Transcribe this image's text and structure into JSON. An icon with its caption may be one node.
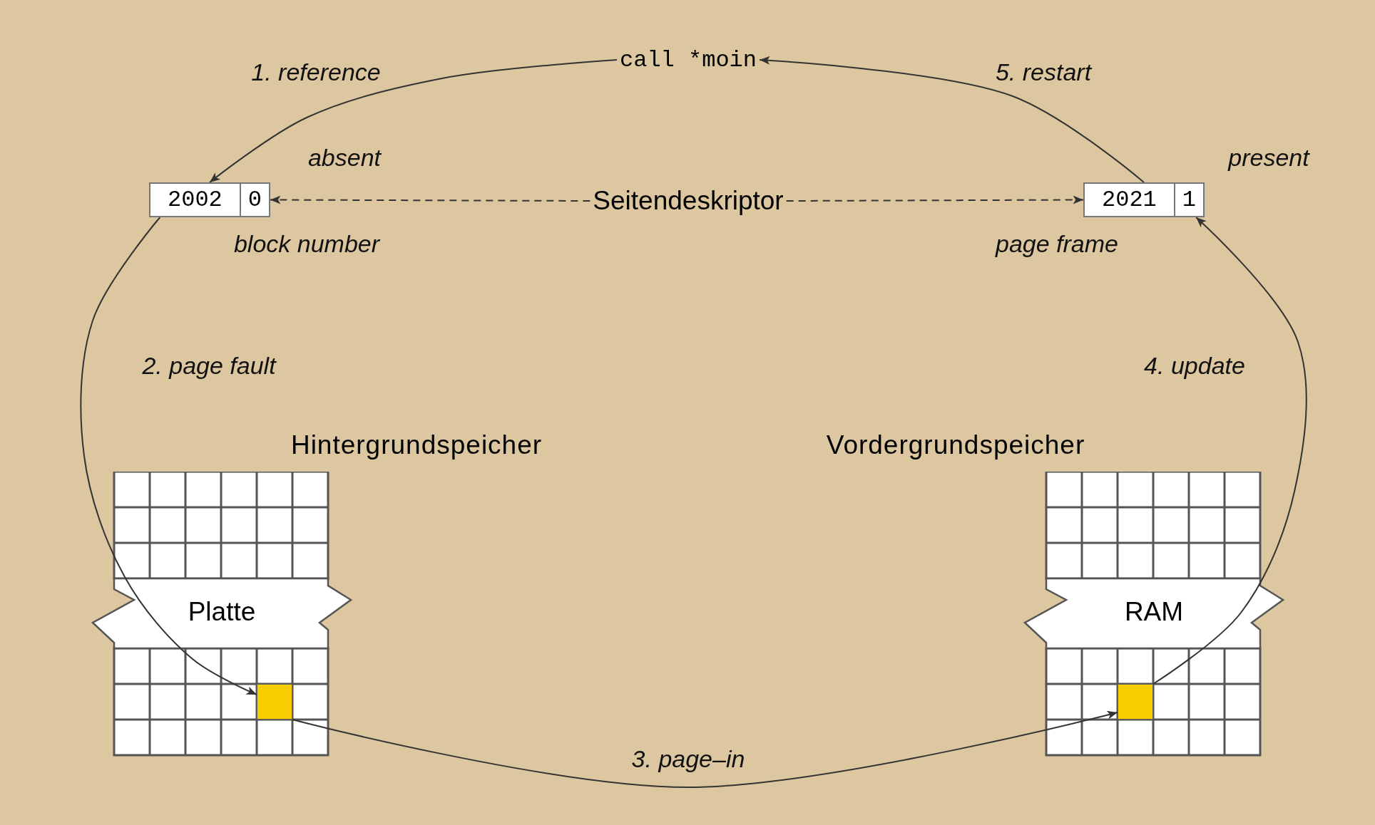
{
  "diagram": {
    "nodes": [
      {
        "text": [
          "call *moin"
        ]
      },
      {
        "text": [
          "2002",
          "0"
        ],
        "beside": [
          "absent",
          "block number"
        ]
      },
      {
        "text": [
          "Seitendeskriptor"
        ]
      },
      {
        "text": [
          "2021",
          "1"
        ],
        "beside": [
          "present",
          "page frame"
        ]
      },
      {
        "text": [
          "Hintergrundspeicher",
          "Platte"
        ]
      },
      {
        "text": [],
        "shape": "box",
        "in": 4
      },
      {
        "text": [
          "Vordergrundspeicher",
          "RAM"
        ]
      },
      {
        "text": [],
        "shape": "box",
        "in": 6
      }
    ],
    "edges": [
      {
        "from": 0,
        "to": 1,
        "arrow": "to",
        "label": "1. reference"
      },
      {
        "from": 1,
        "to": 5,
        "arrow": "to",
        "label": "2. page fault"
      },
      {
        "from": 5,
        "to": 7,
        "arrow": "to",
        "label": "3. page–in"
      },
      {
        "from": 7,
        "to": 3,
        "arrow": "to",
        "label": "4. update"
      },
      {
        "from": 3,
        "to": 0,
        "arrow": "to",
        "label": "5. restart"
      },
      {
        "from": 2,
        "to": 1,
        "arrow": "to",
        "style": "dashed"
      },
      {
        "from": 2,
        "to": 3,
        "arrow": "to",
        "style": "dashed"
      }
    ]
  }
}
